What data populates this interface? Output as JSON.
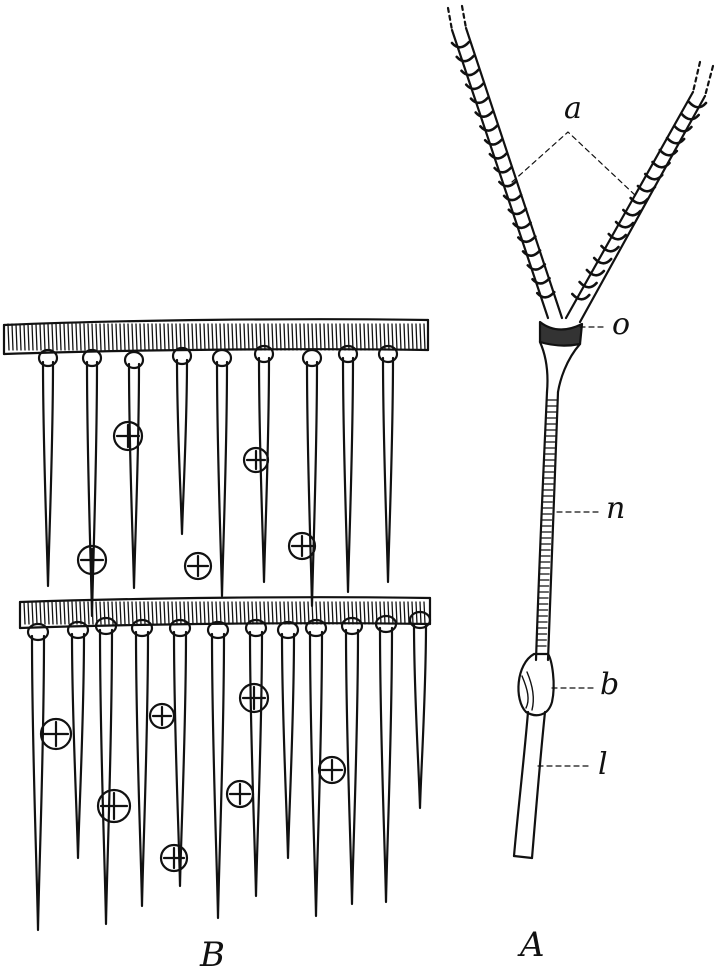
{
  "figure": {
    "panels": [
      {
        "id": "B",
        "label": "B"
      },
      {
        "id": "A",
        "label": "A"
      }
    ],
    "annotations": [
      {
        "id": "a",
        "label": "a"
      },
      {
        "id": "o",
        "label": "o"
      },
      {
        "id": "n",
        "label": "n"
      },
      {
        "id": "b",
        "label": "b"
      },
      {
        "id": "l",
        "label": "l"
      }
    ],
    "ink_color": "#111111",
    "paper_color": "#ffffff"
  }
}
